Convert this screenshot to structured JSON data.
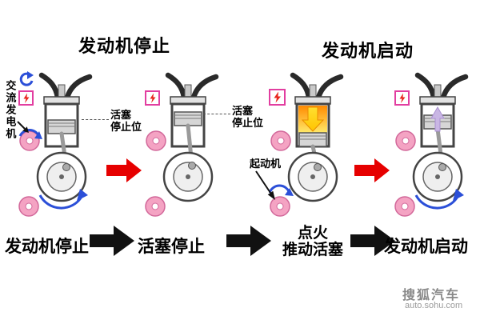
{
  "titles": {
    "left": "发动机停止",
    "right": "发动机启动"
  },
  "annotations": {
    "alternator": "交流发电机",
    "piston_stop": {
      "line1": "活塞",
      "line2": "停止位"
    },
    "starter": "起动机"
  },
  "flow": {
    "step1": "发动机停止",
    "step2": "活塞停止",
    "step3": {
      "line1": "点火",
      "line2": "推动活塞"
    },
    "step4": "发动机启动"
  },
  "watermark": {
    "brand": "搜狐汽车",
    "site": "auto.sohu.com"
  },
  "colors": {
    "flow_arrow_red": "#e60000",
    "flow_arrow_black": "#111111",
    "pulley_pink": "#f4a3c3",
    "indicator_magenta": "#e23ea0",
    "bolt_red": "#e8251c",
    "rotation_blue": "#2b4fd8",
    "combustion_orange": "#ff8a00",
    "combustion_yellow": "#ffe96a",
    "exhaust_lavender": "#c9b6e4"
  },
  "icons": {
    "spark": "lightning-icon",
    "rotation": "rotation-arrow-icon",
    "combustion_push": "down-arrow-icon",
    "intake_motion": "up-arrow-icon",
    "flow_step": "right-arrow-icon"
  }
}
